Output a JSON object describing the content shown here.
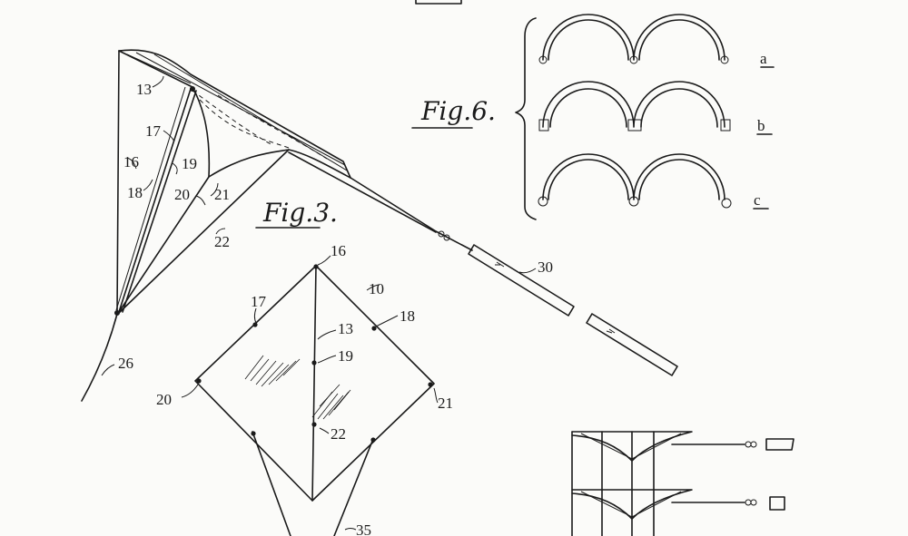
{
  "figures": {
    "fig3": "Fig.3.",
    "fig6": "Fig.6."
  },
  "fig6_rows": {
    "a": "a",
    "b": "b",
    "c": "c"
  },
  "labels": {
    "n13a": "13",
    "n17a": "17",
    "n16a": "16",
    "n19a": "19",
    "n18a": "18",
    "n20a": "20",
    "n21a": "21",
    "n22a": "22",
    "n26": "26",
    "n30": "30",
    "n16b": "16",
    "n10": "10",
    "n17b": "17",
    "n18b": "18",
    "n13b": "13",
    "n19b": "19",
    "n20b": "20",
    "n21b": "21",
    "n22b": "22",
    "n35": "35"
  }
}
